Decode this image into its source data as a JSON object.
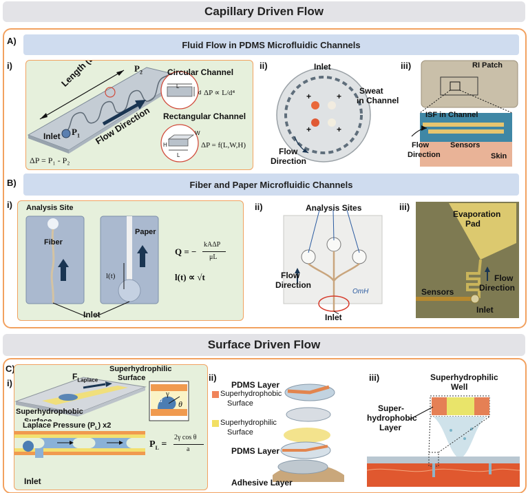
{
  "banners": {
    "top": "Capillary Driven Flow",
    "bottom": "Surface Driven Flow"
  },
  "sectionA": {
    "letter": "A)",
    "title": "Fluid Flow in PDMS Microfluidic Channels",
    "panel_i": {
      "num": "i)",
      "length": "Length (L)",
      "p2": "P",
      "p2_sub": "2",
      "p1": "P",
      "p1_sub": "1",
      "inlet": "Inlet",
      "flow_direction": "Flow Direction",
      "dp_eq": "ΔP = P₁ - P₂",
      "circular_title": "Circular Channel",
      "circ_L": "L",
      "circ_d": "d",
      "circ_eq": "ΔP ∝ L/d⁴",
      "rect_title": "Rectangular Channel",
      "rect_H": "H",
      "rect_W": "W",
      "rect_L": "L",
      "rect_eq": "ΔP = f(L,W,H)"
    },
    "panel_ii": {
      "num": "ii)",
      "inlet": "Inlet",
      "sweat1": "Sweat",
      "sweat2": "in Channel",
      "flow1": "Flow",
      "flow2": "Direction"
    },
    "panel_iii": {
      "num": "iii)",
      "ri_patch": "RI Patch",
      "isf": "ISF in Channel",
      "sensors": "Sensors",
      "flow1": "Flow",
      "flow2": "Direction",
      "skin": "Skin"
    }
  },
  "sectionB": {
    "letter": "B)",
    "title": "Fiber and Paper Microfluidic Channels",
    "panel_i": {
      "num": "i)",
      "analysis_site": "Analysis Site",
      "fiber": "Fiber",
      "paper": "Paper",
      "lt": "l(t)",
      "inlet": "Inlet",
      "q_lhs": "Q = −",
      "q_num": "kAΔP",
      "q_den": "μL",
      "lt_eq": "l(t) ∝ √t"
    },
    "panel_ii": {
      "num": "ii)",
      "analysis_sites": "Analysis Sites",
      "flow1": "Flow",
      "flow2": "Direction",
      "inlet": "Inlet",
      "marking": "OmH"
    },
    "panel_iii": {
      "num": "iii)",
      "evap1": "Evaporation",
      "evap2": "Pad",
      "flow1": "Flow",
      "flow2": "Direction",
      "sensors": "Sensors",
      "inlet": "Inlet"
    }
  },
  "sectionC": {
    "letter": "C)",
    "panel_i": {
      "num": "i)",
      "f_laplace": "F",
      "f_sub": "Laplace",
      "superhydrophilic1": "Superhydrophilic",
      "superhydrophilic2": "Surface",
      "superhydrophobic1": "Superhydrophobic",
      "superhydrophobic2": "Surface",
      "laplace": "Laplace Pressure (P",
      "laplace_sub": "L",
      "laplace_end": ") x2",
      "inlet": "Inlet",
      "gamma": "γ",
      "theta": "θ",
      "a": "a",
      "pl_lhs": "P",
      "pl_sub": "L",
      "pl_eq": "=",
      "pl_num": "2γ cos θ",
      "pl_den": "a"
    },
    "panel_ii": {
      "num": "ii)",
      "pdms1": "PDMS Layer",
      "shphob1": "Superhydrophobic",
      "shphob2": "Surface",
      "shphil1": "Superhydrophilic",
      "shphil2": "Surface",
      "pdms2": "PDMS Layer",
      "adhesive": "Adhesive Layer"
    },
    "panel_iii": {
      "num": "iii)",
      "well1": "Superhydrophilic",
      "well2": "Well",
      "layer1": "Super-",
      "layer2": "hydrophobic",
      "layer3": "Layer"
    }
  },
  "colors": {
    "orange": "#f2a15f",
    "banner": "#e3e3e7",
    "subbar": "#cfdcef",
    "panel_green": "#e6f0dc",
    "dark_blue": "#1a3552"
  }
}
